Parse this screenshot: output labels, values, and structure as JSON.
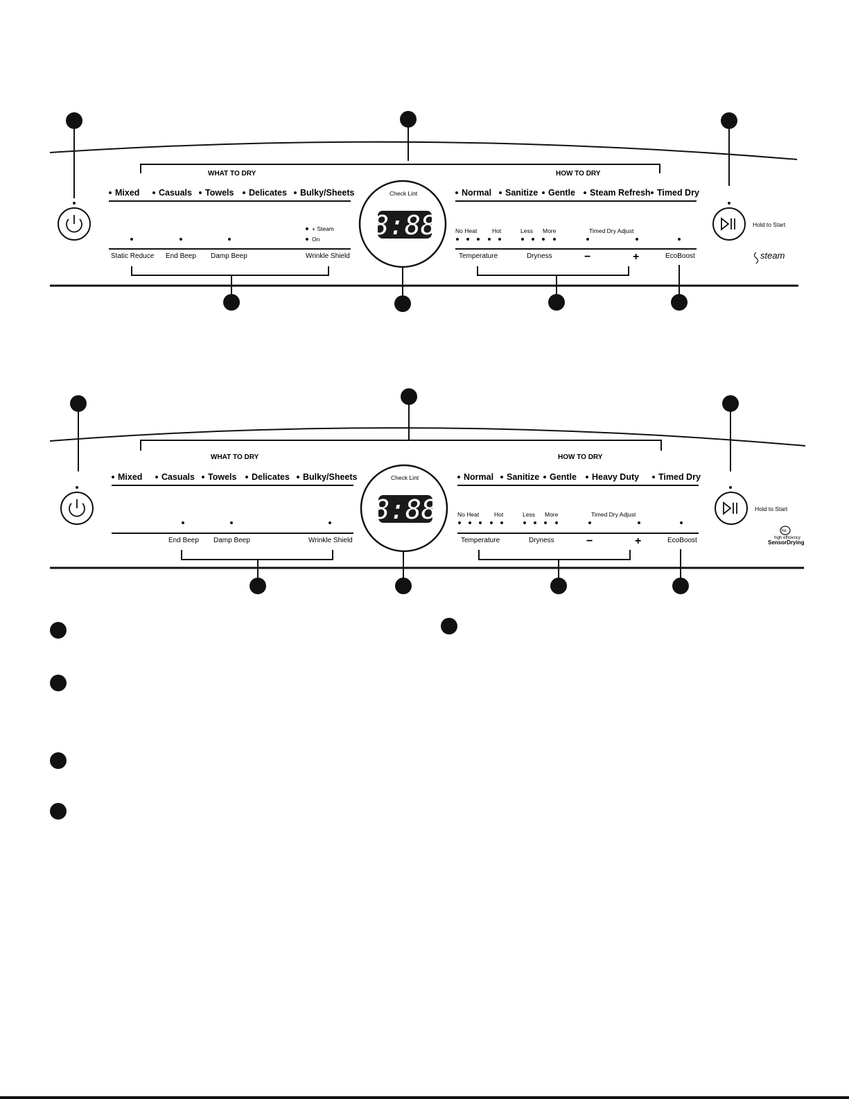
{
  "colors": {
    "ink": "#111111",
    "paper": "#ffffff",
    "display_background": "#1a1a1a",
    "display_digits": "#ffffff"
  },
  "panels": [
    {
      "what_to_dry": {
        "heading": "WHAT TO DRY",
        "cycles": [
          "Mixed",
          "Casuals",
          "Towels",
          "Delicates",
          "Bulky/Sheets"
        ]
      },
      "how_to_dry": {
        "heading": "HOW TO DRY",
        "cycles": [
          "Normal",
          "Sanitize",
          "Gentle",
          "Steam Refresh",
          "Timed Dry"
        ]
      },
      "display": {
        "caption": "Check Lint",
        "digits": "8:88"
      },
      "options": [
        "Static Reduce",
        "End Beep",
        "Damp Beep",
        "Wrinkle Shield"
      ],
      "wrinkle_shield_indicators": [
        "+ Steam",
        "On"
      ],
      "temperature_levels": {
        "low": "No Heat",
        "high": "Hot"
      },
      "dryness_levels": {
        "low": "Less",
        "high": "More"
      },
      "timed_dry_adjust": "Timed Dry Adjust",
      "modifiers": {
        "temperature": "Temperature",
        "dryness": "Dryness",
        "minus": "−",
        "plus": "+"
      },
      "ecoboost": "EcoBoost",
      "start": {
        "label": "Hold to Start",
        "icon": "play-pause-icon"
      },
      "power": {
        "icon": "power-icon"
      },
      "brand": {
        "type": "steam-logo",
        "text": "steam"
      }
    },
    {
      "what_to_dry": {
        "heading": "WHAT TO DRY",
        "cycles": [
          "Mixed",
          "Casuals",
          "Towels",
          "Delicates",
          "Bulky/Sheets"
        ]
      },
      "how_to_dry": {
        "heading": "HOW TO DRY",
        "cycles": [
          "Normal",
          "Sanitize",
          "Gentle",
          "Heavy Duty",
          "Timed Dry"
        ]
      },
      "display": {
        "caption": "Check Lint",
        "digits": "8:88"
      },
      "options": [
        "End Beep",
        "Damp Beep",
        "Wrinkle Shield"
      ],
      "temperature_levels": {
        "low": "No Heat",
        "high": "Hot"
      },
      "dryness_levels": {
        "low": "Less",
        "high": "More"
      },
      "timed_dry_adjust": "Timed Dry Adjust",
      "modifiers": {
        "temperature": "Temperature",
        "dryness": "Dryness",
        "minus": "−",
        "plus": "+"
      },
      "ecoboost": "EcoBoost",
      "start": {
        "label": "Hold to Start",
        "icon": "play-pause-icon"
      },
      "power": {
        "icon": "power-icon"
      },
      "brand": {
        "type": "he-sensor-drying-logo",
        "badge": "he",
        "tagline": "high efficiency",
        "text": "SensorDrying"
      }
    }
  ]
}
